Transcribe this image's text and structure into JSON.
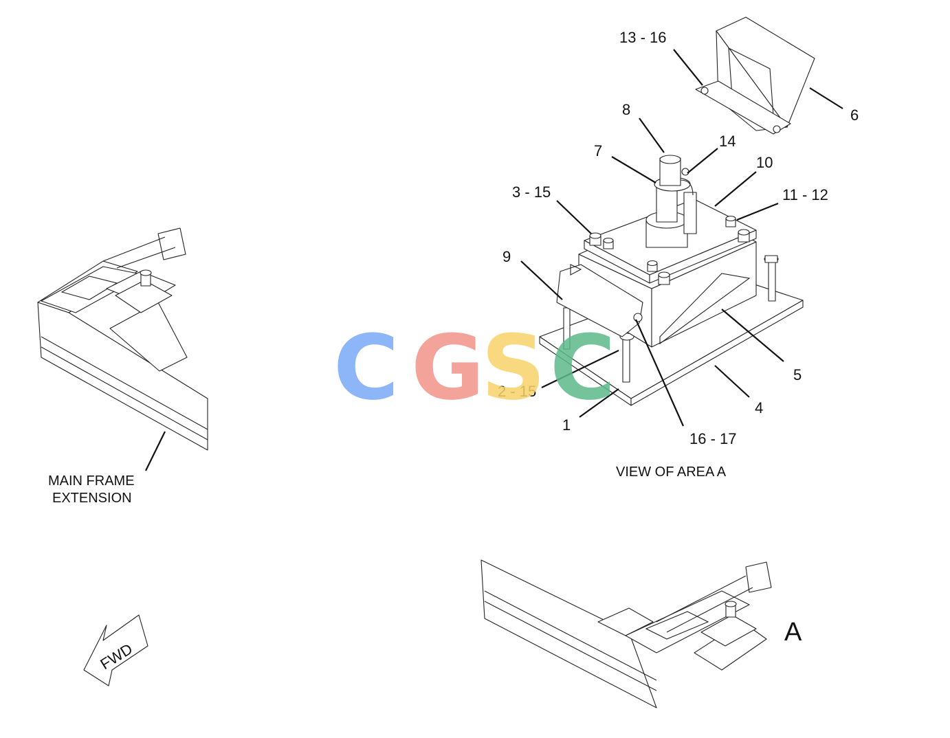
{
  "callouts": {
    "c13_16": "13 - 16",
    "c6": "6",
    "c8": "8",
    "c14": "14",
    "c7": "7",
    "c10": "10",
    "c3_15": "3 - 15",
    "c11_12": "11 - 12",
    "c9": "9",
    "c5": "5",
    "c2_15": "2 - 15",
    "c4": "4",
    "c1": "1",
    "c16_17": "16 - 17"
  },
  "captions": {
    "view_of_area": "VIEW OF AREA  A",
    "main_frame_line1": "MAIN FRAME",
    "main_frame_line2": "EXTENSION",
    "area_marker": "A",
    "fwd": "FWD"
  },
  "watermark": {
    "letters": [
      "C",
      "G",
      "S",
      "C"
    ],
    "colors": [
      "#7aaaf7",
      "#f3938a",
      "#f9d36a",
      "#5cb98a"
    ]
  }
}
